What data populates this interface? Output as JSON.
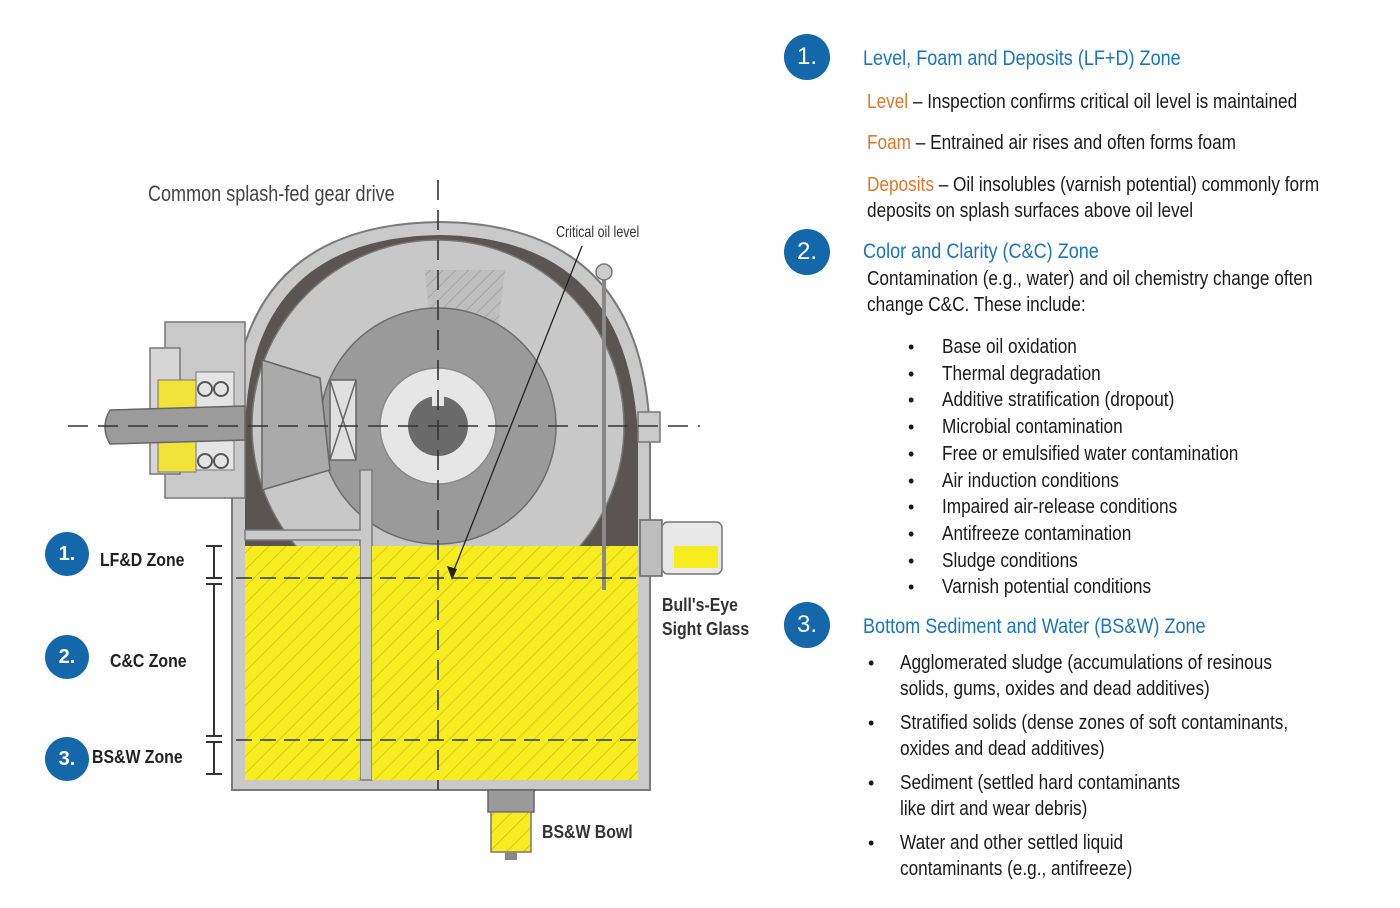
{
  "diagram": {
    "title": "Common splash-fed gear drive",
    "critical_label": "Critical oil level",
    "sight_glass_label": [
      "Bull's-Eye",
      "Sight Glass"
    ],
    "bowl_label": "BS&W Bowl",
    "zones": [
      {
        "num": "1.",
        "label": "LF&D Zone"
      },
      {
        "num": "2.",
        "label": "C&C Zone"
      },
      {
        "num": "3.",
        "label": "BS&W Zone"
      }
    ],
    "colors": {
      "oil": "#f7ec1f",
      "housing": "#cccccc",
      "dark": "#5a5553",
      "badge": "#1467a8"
    }
  },
  "sections": {
    "s1": {
      "num": "1.",
      "title": "Level, Foam and Deposits (LF+D) Zone",
      "items": [
        {
          "term": "Level",
          "text": " – Inspection confirms critical oil level is maintained"
        },
        {
          "term": "Foam",
          "text": " – Entrained air rises and often forms foam"
        },
        {
          "term": "Deposits",
          "text": " – Oil insolubles (varnish potential) commonly form",
          "line2": "deposits on splash surfaces above oil level"
        }
      ]
    },
    "s2": {
      "num": "2.",
      "title": "Color and Clarity (C&C) Zone",
      "intro": [
        "Contamination (e.g., water) and oil chemistry change often",
        "change C&C. These include:"
      ],
      "bullets": [
        "Base oil oxidation",
        "Thermal degradation",
        "Additive stratification (dropout)",
        "Microbial contamination",
        "Free or emulsified water contamination",
        "Air induction conditions",
        "Impaired air-release conditions",
        "Antifreeze contamination",
        "Sludge conditions",
        "Varnish potential conditions"
      ]
    },
    "s3": {
      "num": "3.",
      "title": "Bottom Sediment and Water (BS&W) Zone",
      "bullets": [
        [
          "Agglomerated sludge (accumulations of resinous",
          "solids, gums, oxides and dead additives)"
        ],
        [
          "Stratified solids (dense zones of soft contaminants,",
          "oxides and dead additives)"
        ],
        [
          "Sediment (settled hard contaminants",
          "like dirt and wear debris)"
        ],
        [
          "Water and other settled liquid",
          "contaminants (e.g., antifreeze)"
        ]
      ]
    }
  }
}
